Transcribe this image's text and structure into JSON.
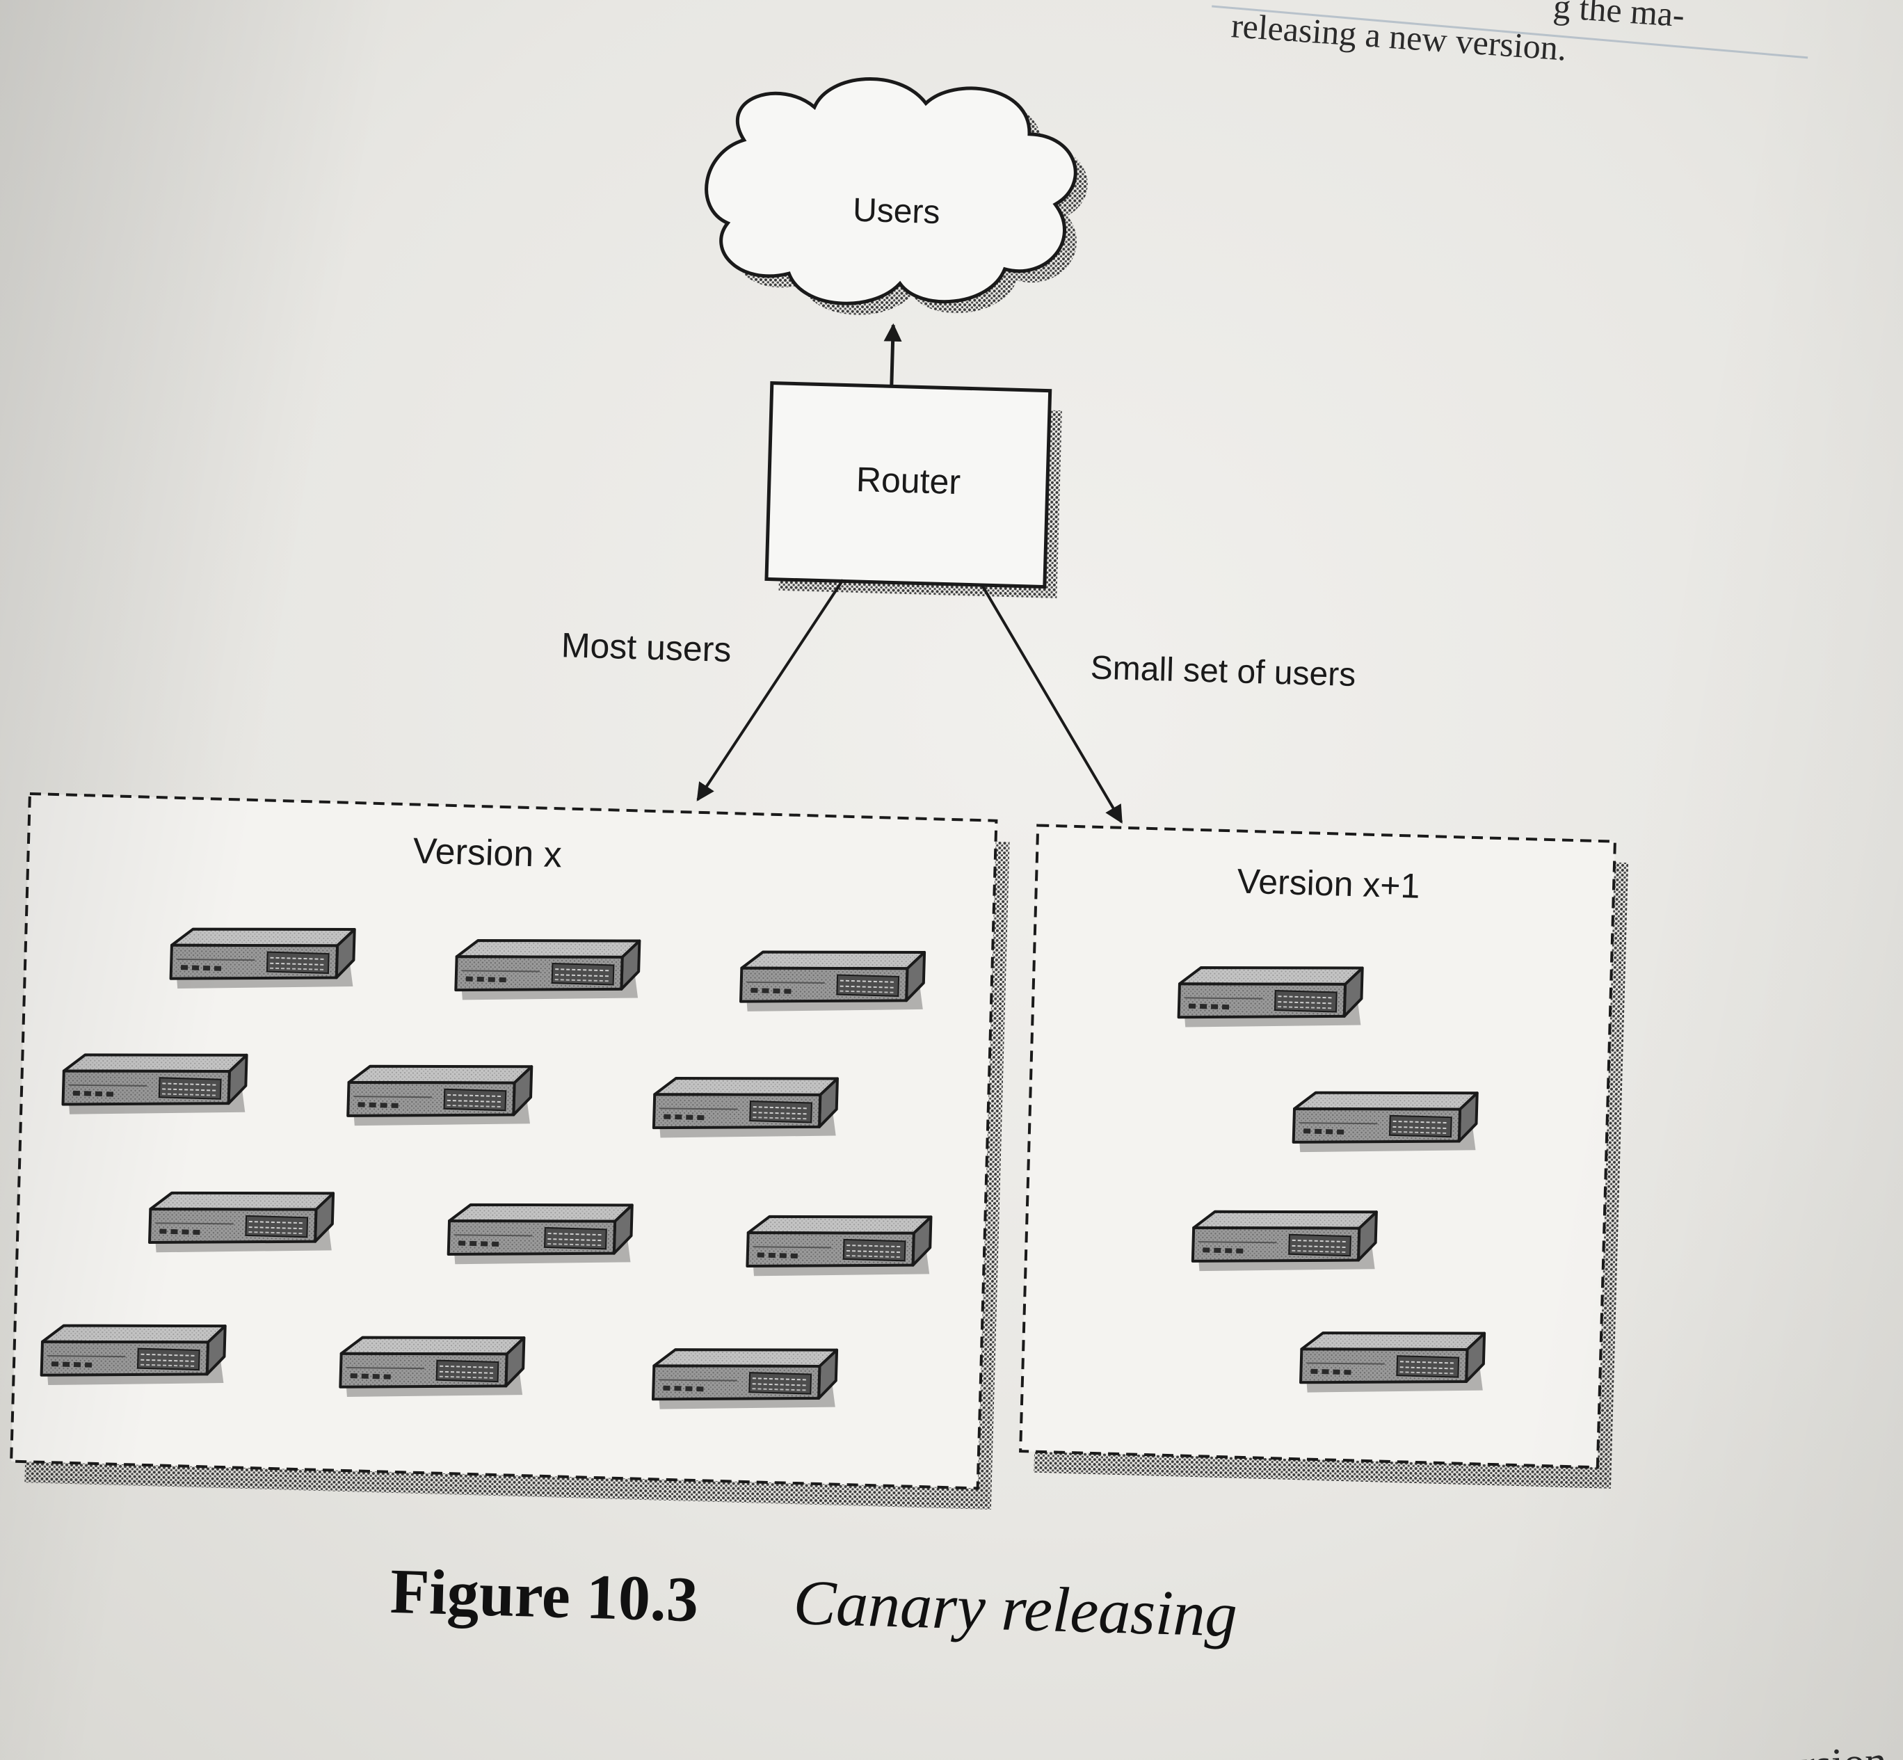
{
  "header_fragment": {
    "line1": "g the ma-",
    "line2": "releasing a new version."
  },
  "diagram": {
    "cloud_label": "Users",
    "router_label": "Router",
    "left_edge_label": "Most users",
    "right_edge_label": "Small set of users",
    "left_group_label": "Version x",
    "right_group_label": "Version x+1",
    "left_server_count": 12,
    "right_server_count": 4
  },
  "caption": {
    "number": "Figure 10.3",
    "title": "Canary releasing"
  },
  "footer_fragment": "ersion",
  "colors": {
    "ink": "#1a1a1a",
    "server_body": "#8e8e8e",
    "server_top": "#bdbdbd"
  }
}
